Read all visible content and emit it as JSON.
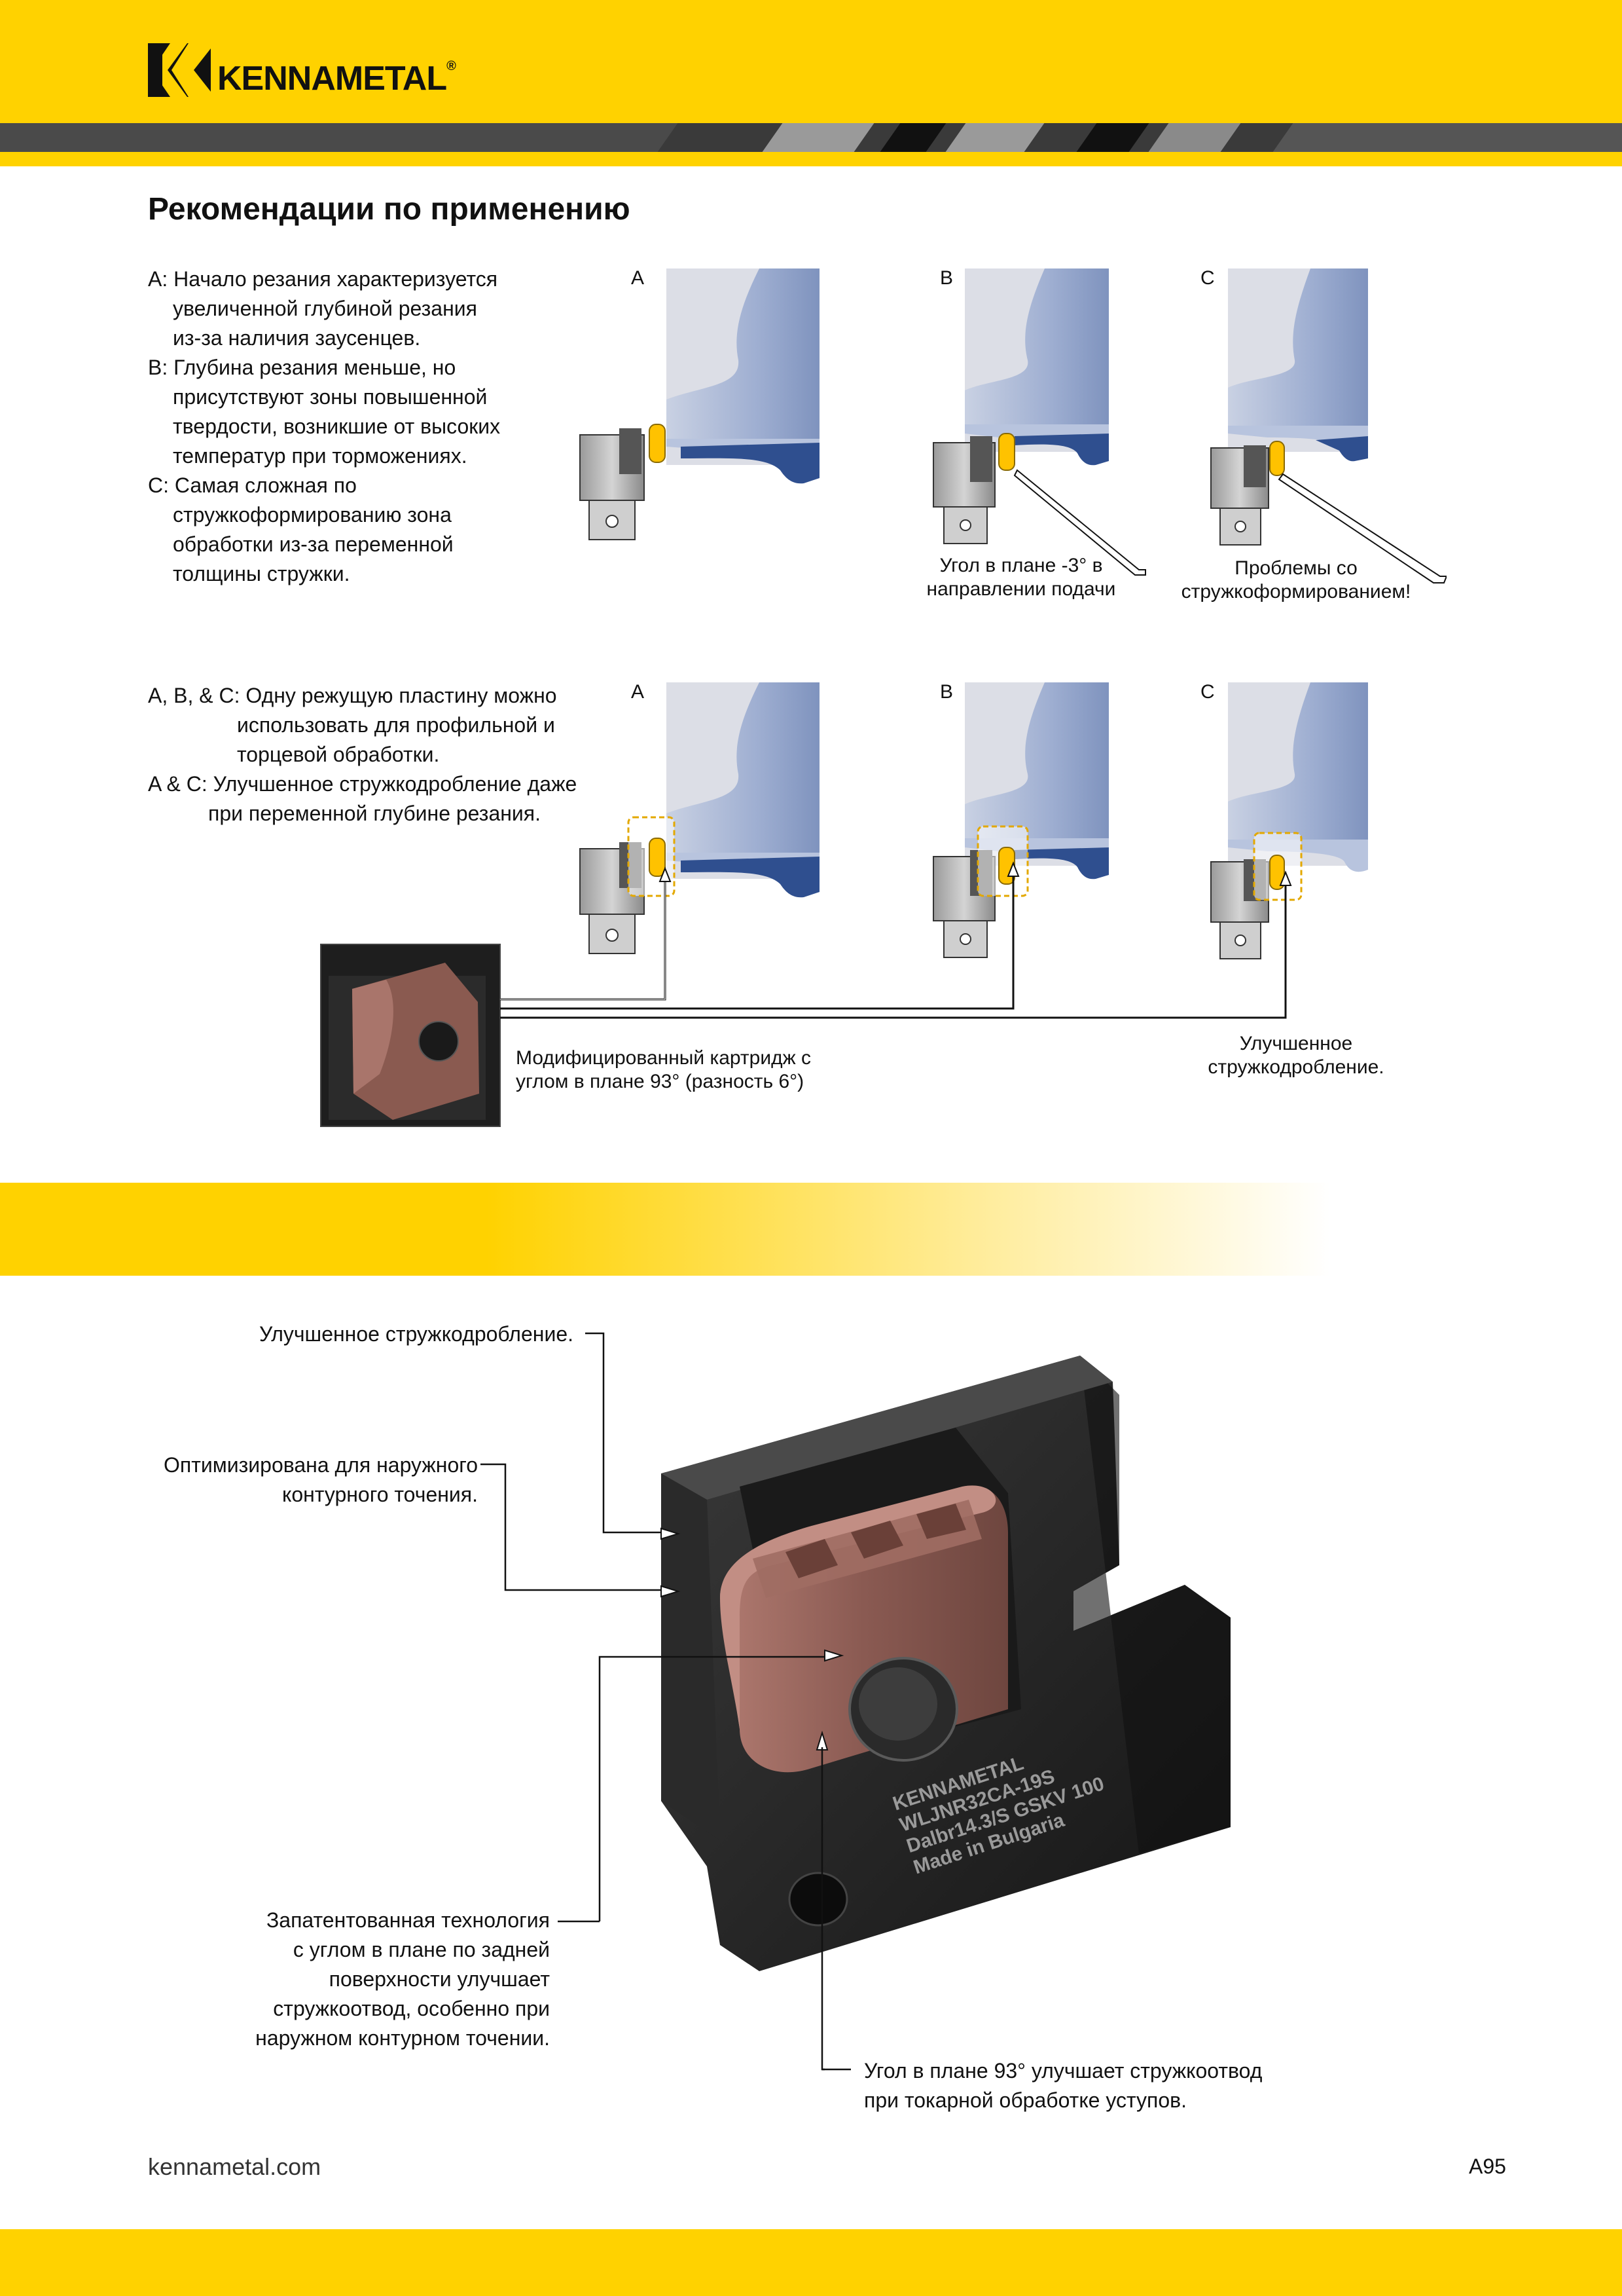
{
  "header": {
    "logo_text": "KENNAMETAL",
    "logo_reg": "®",
    "colors": {
      "brand_yellow": "#ffd200",
      "dark_stripe": "#3a3a3a",
      "grey_stripe": "#9a9a9a"
    }
  },
  "page": {
    "title": "Рекомендации по применению"
  },
  "section1": {
    "text": [
      "A: Начало резания характеризуется",
      "увеличенной глубиной резания",
      "из-за наличия заусенцев.",
      "B: Глубина резания меньше, но",
      "присутствуют зоны повышенной",
      "твердости, возникшие от высоких",
      "температур при торможениях.",
      "C: Самая сложная по",
      "стружкоформированию зона",
      "обработки из-за переменной",
      "толщины стружки."
    ],
    "diagram_labels": [
      "A",
      "B",
      "C"
    ],
    "caption_b": [
      "Угол в плане -3° в",
      "направлении подачи"
    ],
    "caption_c": [
      "Проблемы со",
      "стружкоформированием!"
    ]
  },
  "section2": {
    "text": [
      "A, B, & C: Одну режущую пластину можно",
      "использовать для профильной и",
      "торцевой обработки.",
      "A & C: Улучшенное стружкодробление даже",
      "при переменной глубине резания."
    ],
    "diagram_labels": [
      "A",
      "B",
      "C"
    ],
    "caption_cartridge": [
      "Модифицированный картридж с",
      "углом в плане 93° (разность 6°)"
    ],
    "caption_right": [
      "Улучшенное",
      "стружкодробление."
    ]
  },
  "product": {
    "callout_1": [
      "Улучшенное стружкодробление."
    ],
    "callout_2": [
      "Оптимизирована для наружного",
      "контурного точения."
    ],
    "callout_3": [
      "Запатентованная технология",
      "с углом в плане по задней",
      "поверхности улучшает",
      "стружкоотвод, особенно при",
      "наружном контурном точении."
    ],
    "callout_4": [
      "Угол в плане 93° улучшает стружкоотвод",
      "при токарной обработке уступов."
    ],
    "engraving": [
      "KENNAMETAL",
      "WLJNR32CA-19S",
      "Dalbr14.3/S GSKV 100",
      "Made in Bulgaria"
    ]
  },
  "footer": {
    "url": "kennametal.com",
    "page_number": "A95"
  }
}
